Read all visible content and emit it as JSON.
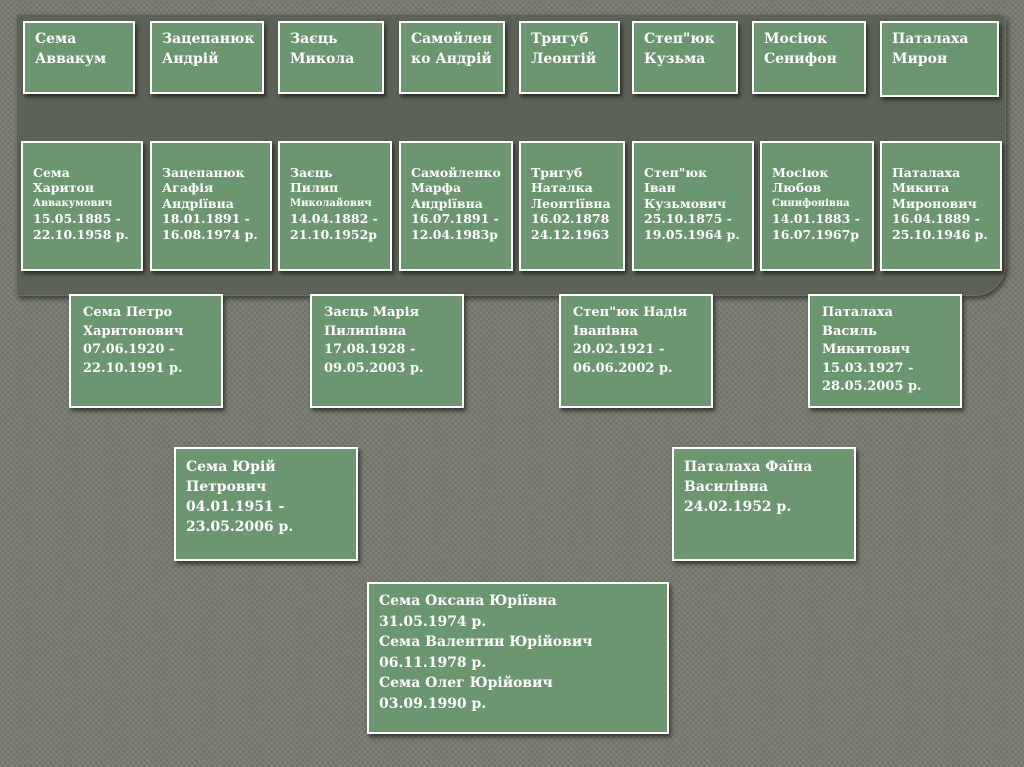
{
  "row_headers": [
    "Сема\nАввакум",
    "Зацепанюк\nАндрій",
    "Заєць\nМикола",
    "Самойлен\nко Андрій",
    "Тригуб\nЛеонтій",
    "Степ\"юк\nКузьма",
    "Мосіюк\nСенифон",
    "Паталаха\nМирон"
  ],
  "row_grandparents": [
    {
      "name": "Сема\nХаритон",
      "small": "Аввакумович",
      "dates": "15.05.1885 -\n22.10.1958 р."
    },
    {
      "name": "Зацепанюк\nАгафія\nАндріївна\n18.01.1891 -\n16.08.1974 р.",
      "small": "",
      "dates": ""
    },
    {
      "name": "Заєць\nПилип",
      "small": "Миколайович",
      "dates": "14.04.1882 -\n21.10.1952р"
    },
    {
      "name": "Самойленко\nМарфа\nАндріївна\n16.07.1891 -\n12.04.1983р",
      "small": "",
      "dates": ""
    },
    {
      "name": "Тригуб\nНаталка\nЛеонтіївна\n16.02.1878\n24.12.1963",
      "small": "",
      "dates": ""
    },
    {
      "name": "Степ\"юк\n Іван\nКузьмович\n25.10.1875 -\n19.05.1964 р.",
      "small": "",
      "dates": ""
    },
    {
      "name": "Мосіюк\nЛюбов",
      "small": "Синифонівна",
      "dates": "14.01.1883 -\n16.07.1967р"
    },
    {
      "name": "Паталаха\nМикита\nМиронович\n16.04.1889 -\n25.10.1946 р.",
      "small": "",
      "dates": ""
    }
  ],
  "row_parents": [
    "Сема Петро\nХаритонович\n07.06.1920 -\n22.10.1991 р.",
    "Заєць Марія\nПилипівна\n17.08.1928 -\n09.05.2003 р.",
    "Степ\"юк Надія\nІванівна\n20.02.1921 -\n06.06.2002 р.",
    "Паталаха Василь\nМикитович\n15.03.1927 -\n28.05.2005 р."
  ],
  "row_couple": [
    "Сема Юрій\nПетрович\n04.01.1951 -\n23.05.2006 р.",
    "Паталаха Фаїна\nВасилівна\n24.02.1952 р."
  ],
  "children": "Сема Оксана Юріївна\n31.05.1974 р.\nСема Валентин Юрійович\n06.11.1978 р.\nСема Олег Юрійович\n03.09.1990 р.",
  "colors": {
    "box": "#6b9670",
    "border": "#ffffff",
    "panel": "#5d6256",
    "background": "#777a6e"
  }
}
